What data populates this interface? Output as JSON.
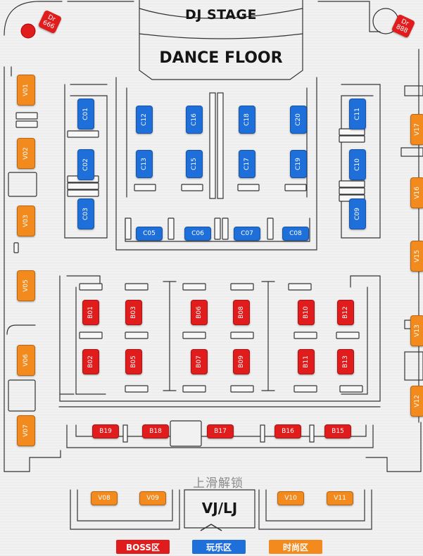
{
  "stage": {
    "dj_stage": "DJ STAGE",
    "dance_floor": "DANCE FLOOR",
    "vj": "VJ/LJ"
  },
  "unlock_hint": "上滑解锁",
  "legend": [
    {
      "id": "boss",
      "label": "BOSS区",
      "color": "#e01c1c"
    },
    {
      "id": "play",
      "label": "玩乐区",
      "color": "#1e6fd9"
    },
    {
      "id": "fashion",
      "label": "时尚区",
      "color": "#f28a1e"
    }
  ],
  "dr_tags": [
    {
      "id": "dr-666",
      "label": "Dr\n666"
    },
    {
      "id": "dr-888",
      "label": "Dr\n888"
    }
  ],
  "zones": [
    {
      "id": "boss",
      "color": "#e01c1c",
      "seats": [
        {
          "id": "B01",
          "orient": "v"
        },
        {
          "id": "B02",
          "orient": "v"
        },
        {
          "id": "B03",
          "orient": "v"
        },
        {
          "id": "B05",
          "orient": "v"
        },
        {
          "id": "B06",
          "orient": "v"
        },
        {
          "id": "B07",
          "orient": "v"
        },
        {
          "id": "B08",
          "orient": "v"
        },
        {
          "id": "B09",
          "orient": "v"
        },
        {
          "id": "B10",
          "orient": "v"
        },
        {
          "id": "B11",
          "orient": "v"
        },
        {
          "id": "B12",
          "orient": "v"
        },
        {
          "id": "B13",
          "orient": "v"
        },
        {
          "id": "B19",
          "orient": "h"
        },
        {
          "id": "B18",
          "orient": "h"
        },
        {
          "id": "B17",
          "orient": "h"
        },
        {
          "id": "B16",
          "orient": "h"
        },
        {
          "id": "B15",
          "orient": "h"
        }
      ]
    },
    {
      "id": "play",
      "color": "#1e6fd9",
      "seats": [
        {
          "id": "C01",
          "orient": "v"
        },
        {
          "id": "C02",
          "orient": "v"
        },
        {
          "id": "C03",
          "orient": "v"
        },
        {
          "id": "C12",
          "orient": "v"
        },
        {
          "id": "C13",
          "orient": "v"
        },
        {
          "id": "C16",
          "orient": "v"
        },
        {
          "id": "C15",
          "orient": "v"
        },
        {
          "id": "C18",
          "orient": "v"
        },
        {
          "id": "C17",
          "orient": "v"
        },
        {
          "id": "C20",
          "orient": "v"
        },
        {
          "id": "C19",
          "orient": "v"
        },
        {
          "id": "C11",
          "orient": "v"
        },
        {
          "id": "C10",
          "orient": "v"
        },
        {
          "id": "C09",
          "orient": "v"
        },
        {
          "id": "C05",
          "orient": "h"
        },
        {
          "id": "C06",
          "orient": "h"
        },
        {
          "id": "C07",
          "orient": "h"
        },
        {
          "id": "C08",
          "orient": "h"
        }
      ]
    },
    {
      "id": "fashion",
      "color": "#f28a1e",
      "seats": [
        {
          "id": "V01",
          "orient": "v"
        },
        {
          "id": "V02",
          "orient": "v"
        },
        {
          "id": "V03",
          "orient": "v"
        },
        {
          "id": "V05",
          "orient": "v"
        },
        {
          "id": "V06",
          "orient": "v"
        },
        {
          "id": "V07",
          "orient": "v"
        },
        {
          "id": "V17",
          "orient": "v"
        },
        {
          "id": "V16",
          "orient": "v"
        },
        {
          "id": "V15",
          "orient": "v"
        },
        {
          "id": "V13",
          "orient": "v"
        },
        {
          "id": "V12",
          "orient": "v"
        },
        {
          "id": "V08",
          "orient": "h"
        },
        {
          "id": "V09",
          "orient": "h"
        },
        {
          "id": "V10",
          "orient": "h"
        },
        {
          "id": "V11",
          "orient": "h"
        }
      ]
    }
  ]
}
